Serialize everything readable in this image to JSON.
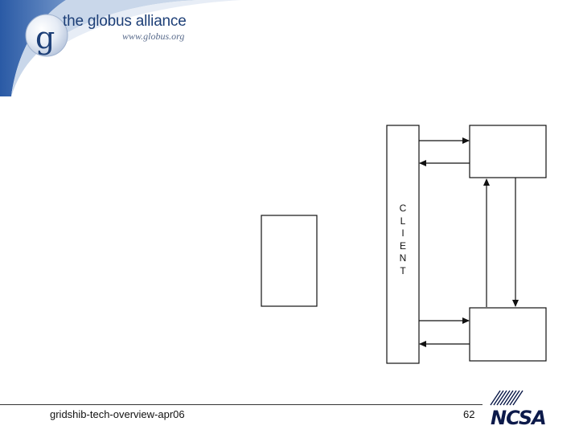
{
  "header": {
    "org_name": "the globus alliance",
    "org_url": "www.globus.org",
    "logo_letter": "g"
  },
  "diagram": {
    "client_letters": [
      "C",
      "L",
      "I",
      "E",
      "N",
      "T"
    ]
  },
  "footer": {
    "title": "gridshib-tech-overview-apr06",
    "page_number": "62",
    "partner_logo_text": "NCSA"
  },
  "colors": {
    "header_blue": "#2f5ea8",
    "header_light": "#d9e3f1",
    "logo_navy": "#1d3f77",
    "ncsa_navy": "#0c1a4a"
  }
}
